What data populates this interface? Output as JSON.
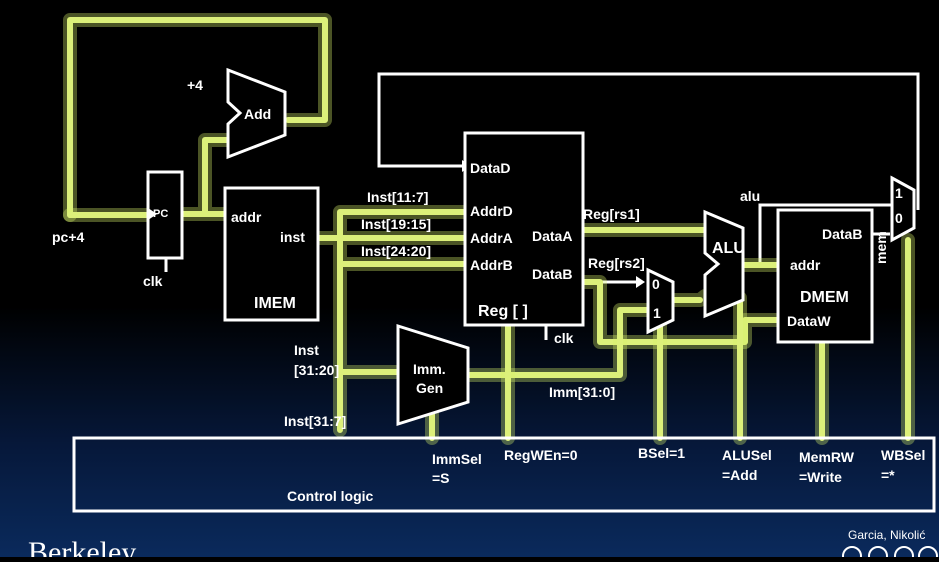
{
  "labels": {
    "plus4": "+4",
    "add": "Add",
    "pc": "PC",
    "pc_plus4": "pc+4",
    "clk": "clk",
    "addr": "addr",
    "inst": "inst",
    "imem": "IMEM",
    "inst_11_7": "Inst[11:7]",
    "inst_19_15": "Inst[19:15]",
    "inst_24_20": "Inst[24:20]",
    "inst_31_20_a": "Inst",
    "inst_31_20_b": "[31:20]",
    "inst_31": "Inst[31:7]",
    "datad": "DataD",
    "addrd": "AddrD",
    "addra": "AddrA",
    "addrb": "AddrB",
    "dataa": "DataA",
    "datab": "DataB",
    "reg": "Reg [ ]",
    "reg_clk": "clk",
    "reg_rs1": "Reg[rs1]",
    "reg_rs2": "Reg[rs2]",
    "imm_gen_1": "Imm.",
    "imm_gen_2": "Gen",
    "imm_31_0": "Imm[31:0]",
    "mux_b_0": "0",
    "mux_b_1": "1",
    "alu": "ALU",
    "alu_out": "alu",
    "dmem_datab": "DataB",
    "dmem_addr": "addr",
    "dmem": "DMEM",
    "dmem_dataw": "DataW",
    "mux_wb_1": "1",
    "mux_wb_0": "0",
    "mem": "mem"
  },
  "control": {
    "title": "Control logic",
    "immsel_1": "ImmSel",
    "immsel_2": "=S",
    "regwen": "RegWEn=0",
    "bsel": "BSel=1",
    "alusel_1": "ALUSel",
    "alusel_2": "=Add",
    "memrw_1": "MemRW",
    "memrw_2": "=Write",
    "wbsel_1": "WBSel",
    "wbsel_2": "=*"
  },
  "footer": {
    "logo": "Berkeley",
    "credit": "Garcia, Nikolić"
  }
}
